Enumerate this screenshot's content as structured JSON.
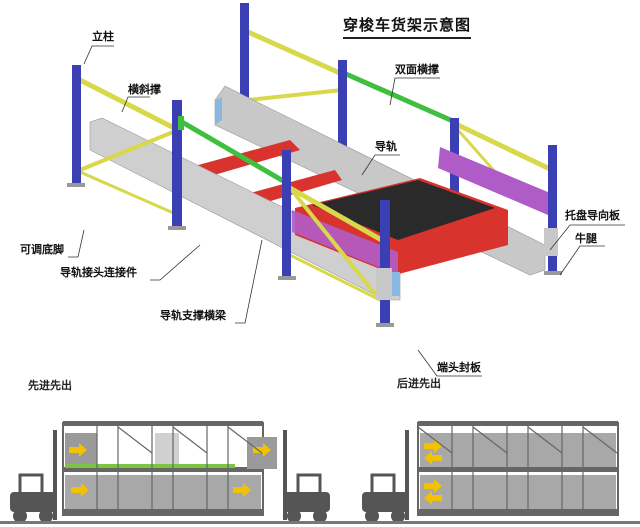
{
  "title": "穿梭车货架示意图",
  "labels": {
    "upright": "立柱",
    "diagonal_brace": "横斜撑",
    "double_brace": "双面横撑",
    "rail": "导轨",
    "pallet_guide": "托盘导向板",
    "bracket": "牛腿",
    "adjustable_foot": "可调底脚",
    "rail_connector": "导轨接头连接件",
    "rail_support_beam": "导轨支撑横梁",
    "end_plate": "端头封板"
  },
  "modes": {
    "fifo": "先进先出",
    "lifo": "后进先出"
  },
  "colors": {
    "upright": "#3b3fb4",
    "brace": "#d8d84a",
    "double_brace": "#3fbf3f",
    "rail": "#c9c9c9",
    "shuttle": "#d9332e",
    "guide": "#b05cc8",
    "arrow": "#f2c200"
  }
}
